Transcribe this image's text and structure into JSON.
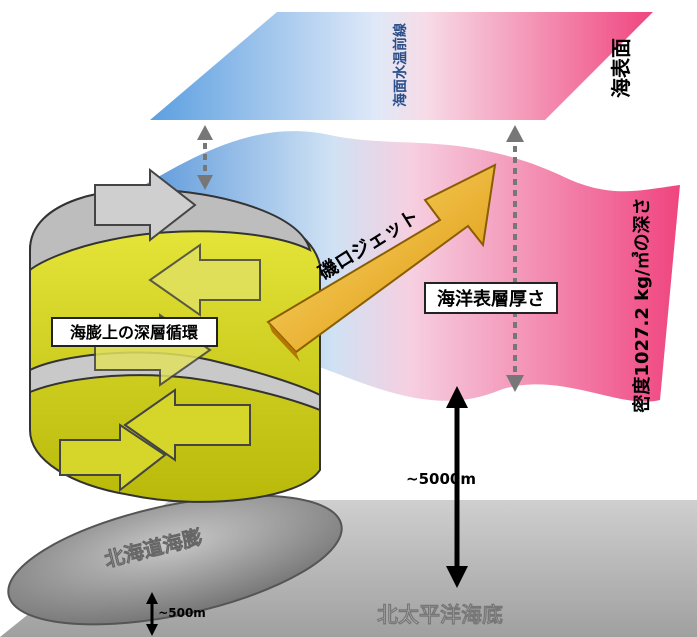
{
  "labels": {
    "sea_surface": "海表面",
    "sst_front": "海面水温前線",
    "jet": "磯ロジェット",
    "upper_ocean_thickness": "海洋表層厚さ",
    "density_depth": "密度1027.2 kg/㎥の深さ",
    "deep_circulation": "海膨上の深層循環",
    "rise": "北海道海膨",
    "seafloor": "北太平洋海底",
    "depth_5000": "~5000m",
    "height_500": "~500m"
  },
  "colors": {
    "warm": "#f0457f",
    "cold": "#4f90d8",
    "circulation": "#d8d61f",
    "jet": "#f0b01f",
    "seafloor": "#b8b8b8",
    "rise": "#8c8c8c"
  }
}
